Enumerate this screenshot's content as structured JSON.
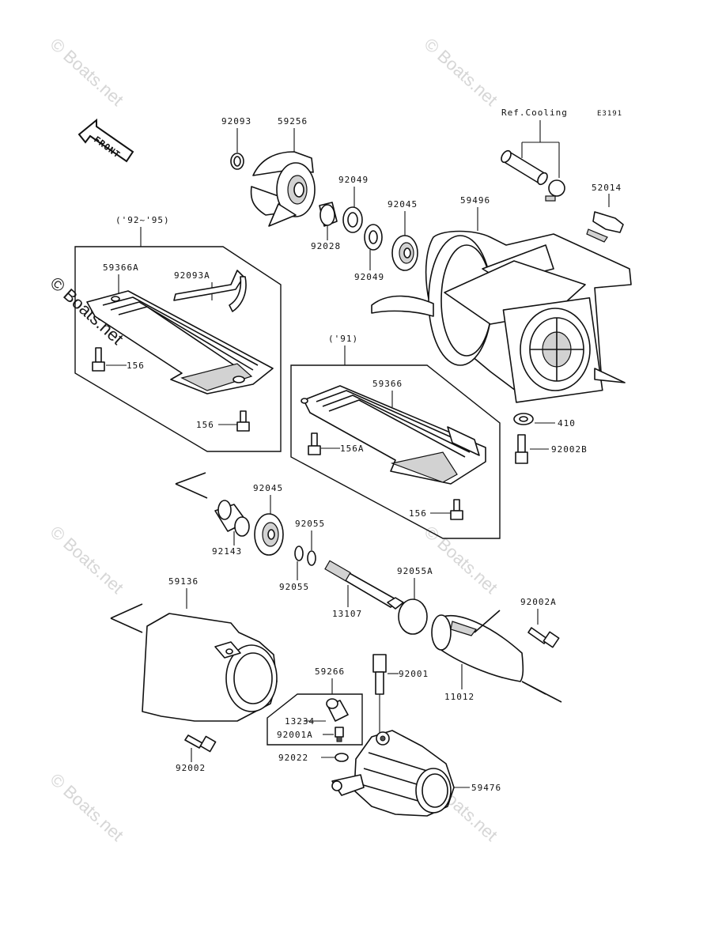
{
  "diagram": {
    "figure_code": "E3191",
    "ref_note": "Ref.Cooling",
    "front_arrow_text": "FRONT",
    "year_note_a": "('92~'95)",
    "year_note_b": "('91)",
    "watermark": "© Boats.net",
    "colors": {
      "ink": "#111111",
      "watermark": "#d6d6d6",
      "shade": "#d2d2d2"
    },
    "part_labels": {
      "p92093": "92093",
      "p59256": "59256",
      "p92049_a": "92049",
      "p92028": "92028",
      "p92049_b": "92049",
      "p92045_a": "92045",
      "p59496": "59496",
      "p52014": "52014",
      "p59366A": "59366A",
      "p92093A": "92093A",
      "p156_a": "156",
      "p156_b": "156",
      "p59366": "59366",
      "p156A": "156A",
      "p156_c": "156",
      "p410": "410",
      "p92002B": "92002B",
      "p92045_b": "92045",
      "p92055_a": "92055",
      "p92143": "92143",
      "p92055_b": "92055",
      "p92055A": "92055A",
      "p13107": "13107",
      "p92002A": "92002A",
      "p59136": "59136",
      "p59266": "59266",
      "p92001": "92001",
      "p11012": "11012",
      "p13234": "13234",
      "p92001A": "92001A",
      "p92002": "92002",
      "p92022": "92022",
      "p59476": "59476"
    }
  }
}
